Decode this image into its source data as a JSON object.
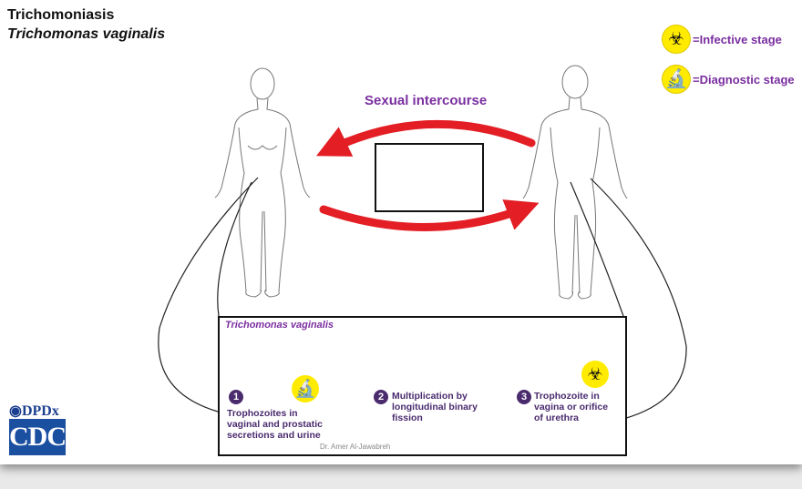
{
  "header": {
    "title": "Trichomoniasis",
    "subtitle": "Trichomonas vaginalis"
  },
  "legend": {
    "infective_label": "=Infective stage",
    "diagnostic_label": "=Diagnostic stage",
    "infective_icon": "biohazard-icon",
    "diagnostic_icon": "microscope-icon",
    "badge_color": "#ffeb00",
    "text_color": "#7a2ea0"
  },
  "transmission": {
    "label": "Sexual intercourse",
    "arrow_color": "#e31e24"
  },
  "lifecycle": {
    "title": "Trichomonas vaginalis",
    "steps": [
      {
        "number": "1",
        "text": "Trophozoites in vaginal and prostatic secretions and urine"
      },
      {
        "number": "2",
        "text": "Multiplication by longitudinal binary fission"
      },
      {
        "number": "3",
        "text": "Trophozoite in vagina or orifice of urethra"
      }
    ],
    "credit": "Dr. Amer Al-Jawabreh"
  },
  "logos": {
    "dpdx": "DPDx",
    "cdc": "CDC"
  }
}
